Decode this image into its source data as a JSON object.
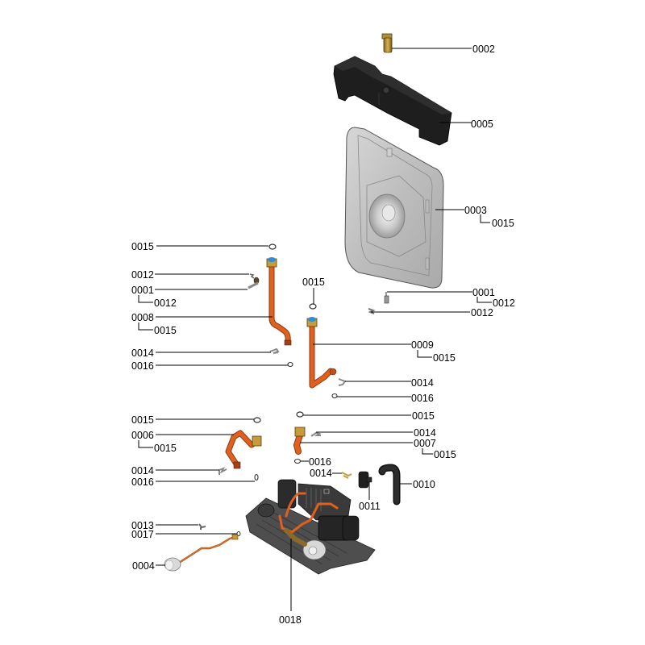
{
  "diagram": {
    "title": "Exploded parts diagram",
    "colors": {
      "copper": "#e0601f",
      "brass": "#b8912e",
      "dark_part": "#262626",
      "grey_part": "#bdbdbd",
      "leader": "#000000",
      "blue_seal": "#2b8fd6"
    },
    "labels": [
      {
        "id": "l0002",
        "text": "0002"
      },
      {
        "id": "l0005",
        "text": "0005"
      },
      {
        "id": "l0003",
        "text": "0003"
      },
      {
        "id": "l0003s",
        "text": "0015"
      },
      {
        "id": "l0001r",
        "text": "0001"
      },
      {
        "id": "l0001rs",
        "text": "0012"
      },
      {
        "id": "l0012r",
        "text": "0012"
      },
      {
        "id": "l0015a",
        "text": "0015"
      },
      {
        "id": "l0012a",
        "text": "0012"
      },
      {
        "id": "l0001a",
        "text": "0001"
      },
      {
        "id": "l0001as",
        "text": "0012"
      },
      {
        "id": "l0008",
        "text": "0008"
      },
      {
        "id": "l0008s",
        "text": "0015"
      },
      {
        "id": "l0014a",
        "text": "0014"
      },
      {
        "id": "l0016a",
        "text": "0016"
      },
      {
        "id": "l0015b",
        "text": "0015"
      },
      {
        "id": "l0009",
        "text": "0009"
      },
      {
        "id": "l0009s",
        "text": "0015"
      },
      {
        "id": "l0014b",
        "text": "0014"
      },
      {
        "id": "l0016b",
        "text": "0016"
      },
      {
        "id": "l0015c",
        "text": "0015"
      },
      {
        "id": "l0015d",
        "text": "0015"
      },
      {
        "id": "l0006",
        "text": "0006"
      },
      {
        "id": "l0006s",
        "text": "0015"
      },
      {
        "id": "l0014c",
        "text": "0014"
      },
      {
        "id": "l0016c",
        "text": "0016"
      },
      {
        "id": "l0014d",
        "text": "0014"
      },
      {
        "id": "l0007",
        "text": "0007"
      },
      {
        "id": "l0007s",
        "text": "0015"
      },
      {
        "id": "l0016d",
        "text": "0016"
      },
      {
        "id": "l0014e",
        "text": "0014"
      },
      {
        "id": "l0011",
        "text": "0011"
      },
      {
        "id": "l0010",
        "text": "0010"
      },
      {
        "id": "l0013",
        "text": "0013"
      },
      {
        "id": "l0017",
        "text": "0017"
      },
      {
        "id": "l0004",
        "text": "0004"
      },
      {
        "id": "l0018",
        "text": "0018"
      }
    ]
  }
}
